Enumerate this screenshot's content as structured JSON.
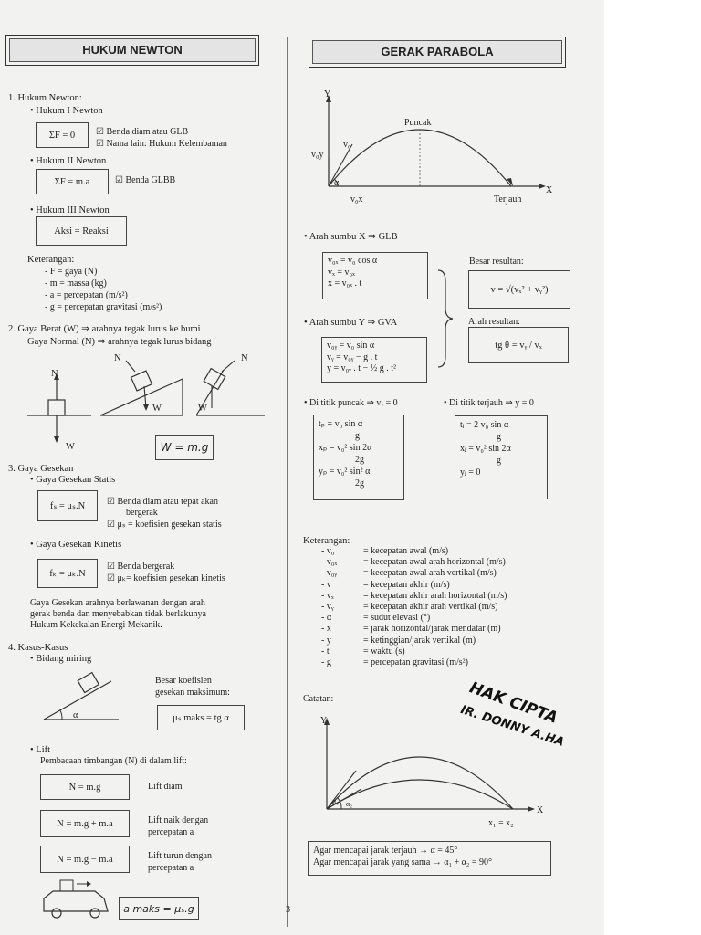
{
  "left": {
    "header": "HUKUM NEWTON",
    "s1_title": "1.   Hukum Newton:",
    "n1": "• Hukum I Newton",
    "n1_box": "ΣF = 0",
    "n1_c1": "☑ Benda diam atau GLB",
    "n1_c2": "☑ Nama lain: Hukum Kelembaman",
    "n2": "• Hukum II Newton",
    "n2_box": "ΣF = m.a",
    "n2_c1": "☑ Benda GLBB",
    "n3": "• Hukum III Newton",
    "n3_box": "Aksi = Reaksi",
    "ket_title": "Keterangan:",
    "ket": [
      "- F = gaya (N)",
      "- m = massa (kg)",
      "- a = percepatan (m/s²)",
      "- g = percepatan gravitasi (m/s²)"
    ],
    "s2a": "2.   Gaya Berat (W)      ⇒ arahnya tegak lurus ke bumi",
    "s2b": "Gaya Normal (N)    ⇒ arahnya tegak lurus bidang",
    "lbl_n": "N",
    "lbl_w": "W",
    "w_box": "W = m.g",
    "s3": "3.   Gaya Gesekan",
    "gs": "• Gaya Gesekan Statis",
    "gs_box": "fₛ = μₛ.N",
    "gs_c1": "☑ Benda diam atau tepat akan",
    "gs_c1b": "bergerak",
    "gs_c2": "☑ μₛ = koefisien gesekan statis",
    "gk": "• Gaya Gesekan Kinetis",
    "gk_box": "fₖ = μₖ.N",
    "gk_c1": "☑ Benda bergerak",
    "gk_c2": "☑ μₖ= koefisien gesekan kinetis",
    "gg1": "Gaya Gesekan arahnya berlawanan dengan arah",
    "gg2": "gerak benda dan menyebabkan tidak berlakunya",
    "gg3": "Hukum Kekekalan Energi Mekanik.",
    "s4": "4.   Kasus-Kasus",
    "bm": "• Bidang miring",
    "bk1": "Besar koefisien",
    "bk2": "gesekan maksimum:",
    "mu_box": "μₛ maks = tg α",
    "alpha": "α",
    "lift": "• Lift",
    "lift_d": "Pembacaan timbangan (N) di dalam lift:",
    "l1_box": "N = m.g",
    "l1": "Lift diam",
    "l2_box": "N = m.g + m.a",
    "l2a": "Lift naik dengan",
    "l2b": "percepatan a",
    "l3_box": "N = m.g − m.a",
    "l3a": "Lift turun dengan",
    "l3b": "percepatan a",
    "amax_box": "a maks = μₛ.g"
  },
  "right": {
    "header": "GERAK PARABOLA",
    "ax_y": "Y",
    "ax_x": "X",
    "puncak": "Puncak",
    "terjauh": "Terjauh",
    "v0": "v₀",
    "v0y": "v₀y",
    "v0x": "v₀x",
    "alpha": "α",
    "sx": "• Arah sumbu X ⇒ GLB",
    "sx_box": [
      "v₀ₓ = v₀ cos α",
      "vₓ = v₀ₓ",
      "x = v₀ₓ . t"
    ],
    "br": "Besar resultan:",
    "br_box": "v = √(vₓ² + vᵧ²)",
    "sy": "• Arah sumbu Y ⇒ GVA",
    "ar": "Arah resultan:",
    "ar_box": "tg θ = vᵧ / vₓ",
    "sy_box": [
      "v₀ᵧ = v₀ sin α",
      "vᵧ = v₀ᵧ − g . t",
      "y = v₀ᵧ . t − ½ g . t²"
    ],
    "tp": "• Di titik puncak ⇒ vᵧ = 0",
    "tj": "• Di titik terjauh ⇒ y = 0",
    "tp_box": [
      "tₚ = v₀ sin α",
      "g",
      "xₚ = v₀² sin 2α",
      "2g",
      "yₚ = v₀² sin² α",
      "2g"
    ],
    "tj_box": [
      "tⱼ = 2 v₀ sin α",
      "g",
      "xⱼ = v₀² sin 2α",
      "g",
      "yⱼ = 0"
    ],
    "ket_title": "Keterangan:",
    "ket_sym": [
      "- v₀",
      "- v₀ₓ",
      "- v₀ᵧ",
      "- v",
      "- vₓ",
      "- vᵧ",
      "- α",
      "- x",
      "- y",
      "- t",
      "- g"
    ],
    "ket_def": [
      "= kecepatan awal (m/s)",
      "= kecepatan awal arah horizontal (m/s)",
      "= kecepatan awal arah vertikal (m/s)",
      "= kecepatan akhir (m/s)",
      "= kecepatan akhir arah horizontal (m/s)",
      "= kecepatan akhir arah vertikal (m/s)",
      "= sudut elevasi (°)",
      "= jarak horizontal/jarak mendatar (m)",
      "= ketinggian/jarak vertikal (m)",
      "= waktu (s)",
      "= percepatan gravitasi (m/s²)"
    ],
    "catatan": "Catatan:",
    "stamp1": "HAK CIPTA",
    "stamp2": "IR. DONNY A.HA",
    "a1": "α₁",
    "a2": "α₂",
    "x1x2": "x₁ = x₂",
    "note1": "Agar mencapai jarak terjauh        → α = 45°",
    "note2": "Agar mencapai jarak yang sama   → α₁ + α₂ = 90°"
  },
  "page_no": "3"
}
